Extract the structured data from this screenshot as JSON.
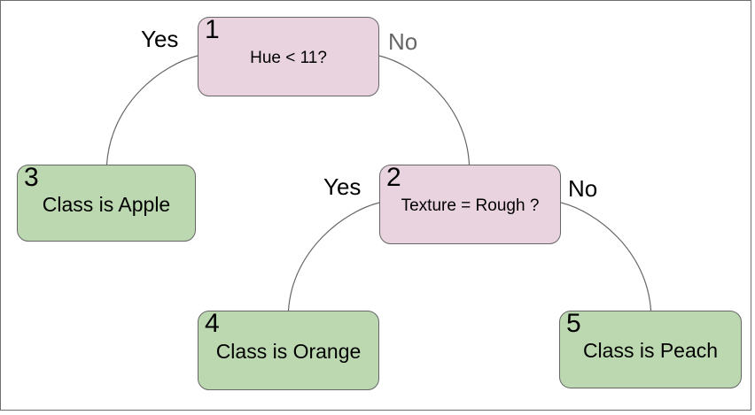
{
  "canvas": {
    "background": "#ffffff",
    "border_color": "#6e6e6e"
  },
  "tree": {
    "nodes": {
      "n1": {
        "number": "1",
        "label": "Hue < 11?",
        "type": "decision"
      },
      "n2": {
        "number": "2",
        "label": "Texture = Rough ?",
        "type": "decision"
      },
      "n3": {
        "number": "3",
        "label": "Class is Apple",
        "type": "leaf"
      },
      "n4": {
        "number": "4",
        "label": "Class is Orange",
        "type": "leaf"
      },
      "n5": {
        "number": "5",
        "label": "Class is Peach",
        "type": "leaf"
      }
    },
    "edges": {
      "n1_yes": {
        "from": "1",
        "to": "3",
        "label": "Yes",
        "label_color": "#000000"
      },
      "n1_no": {
        "from": "1",
        "to": "2",
        "label": "No",
        "label_color": "#666666"
      },
      "n2_yes": {
        "from": "2",
        "to": "4",
        "label": "Yes",
        "label_color": "#000000"
      },
      "n2_no": {
        "from": "2",
        "to": "5",
        "label": "No",
        "label_color": "#000000"
      }
    },
    "colors": {
      "decision_fill": "#e9d3df",
      "leaf_fill": "#bcd8b0",
      "node_stroke": "#666666",
      "edge_stroke": "#666666"
    }
  }
}
